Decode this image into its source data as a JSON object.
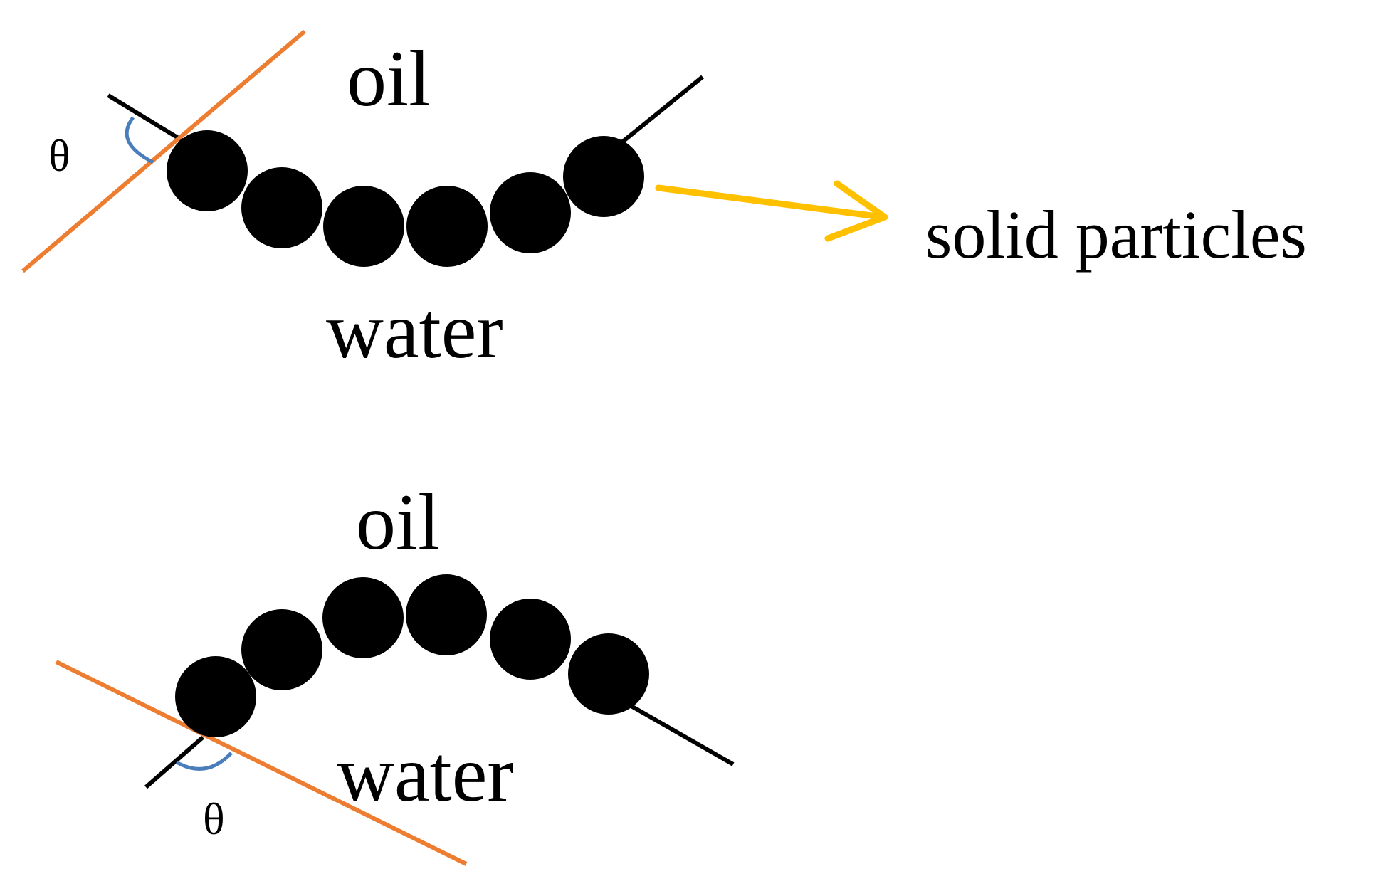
{
  "labels": {
    "top_oil": "oil",
    "top_water": "water",
    "top_theta": "θ",
    "bottom_oil": "oil",
    "bottom_water": "water",
    "bottom_theta": "θ",
    "solid_particles": "solid particles"
  },
  "colors": {
    "particle": "#000000",
    "interface_line": "#000000",
    "tangent_line": "#ED7D31",
    "angle_arc": "#4A7EBB",
    "pointer_arrow": "#FFC000",
    "text": "#000000"
  }
}
